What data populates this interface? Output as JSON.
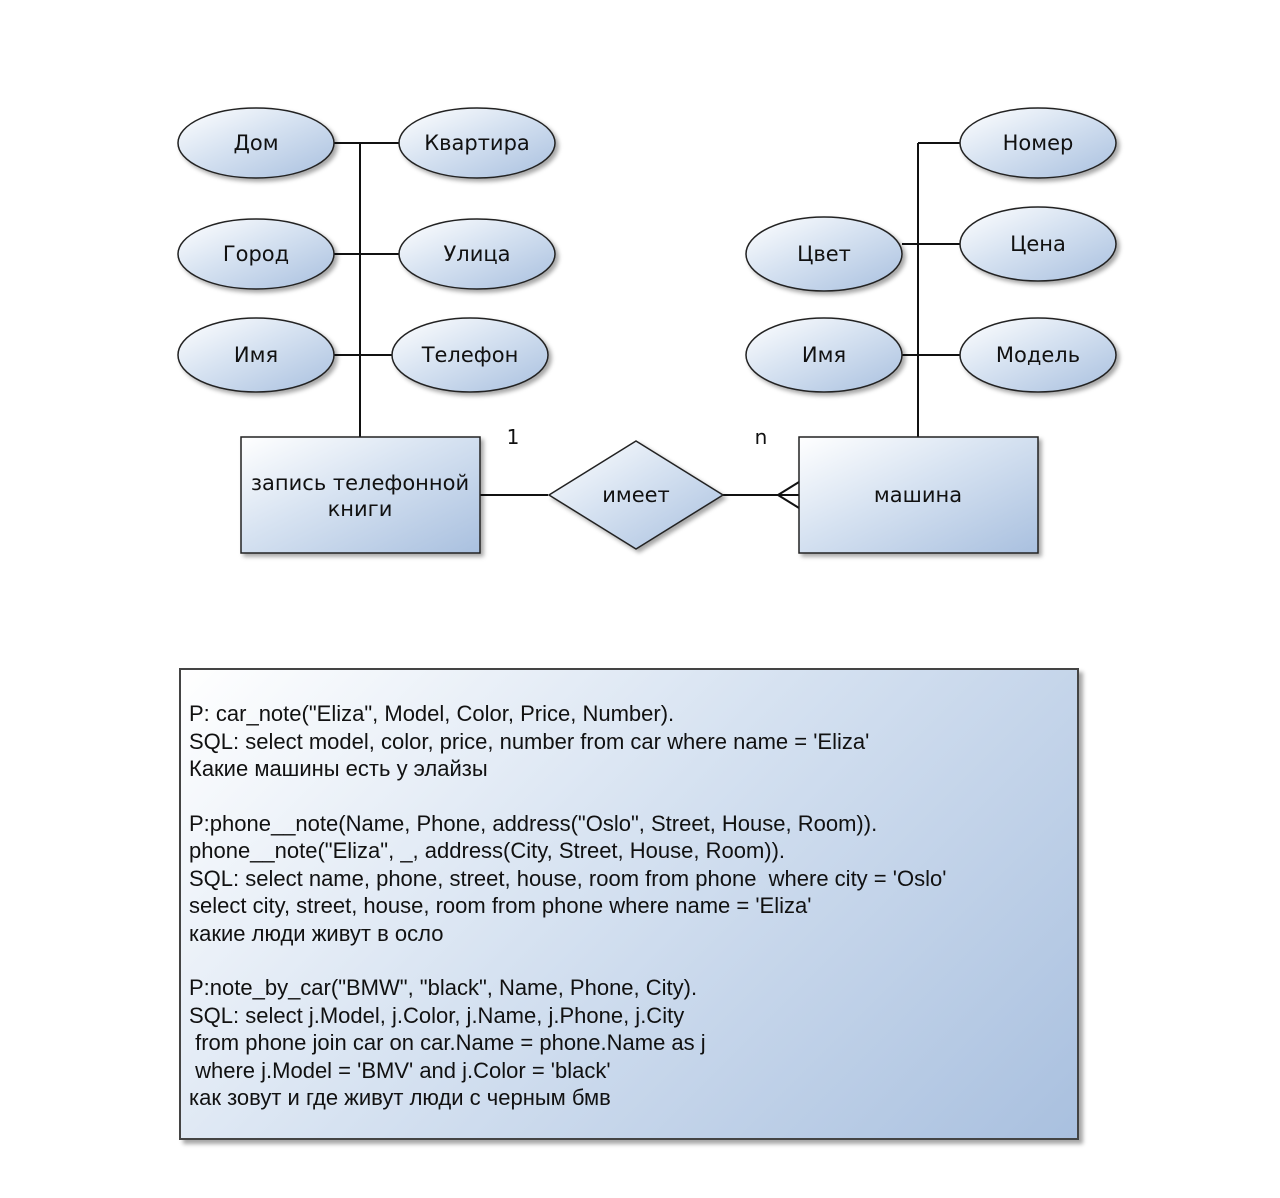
{
  "diagram": {
    "left_entity": {
      "label_line1": "запись телефонной",
      "label_line2": "книги",
      "attributes": [
        "Дом",
        "Квартира",
        "Город",
        "Улица",
        "Имя",
        "Телефон"
      ]
    },
    "right_entity": {
      "label": "машина",
      "attributes": [
        "Номер",
        "Цвет",
        "Цена",
        "Имя",
        "Модель"
      ]
    },
    "relationship": {
      "label": "имеет",
      "left_cardinality": "1",
      "right_cardinality": "n"
    },
    "colors": {
      "fill_light": "#ffffff",
      "fill_dark": "#a9c0df",
      "stroke": "#222222"
    }
  },
  "notes": [
    {
      "lines": [
        "P: car_note(\"Eliza\", Model, Color, Price, Number).",
        "SQL: select model, color, price, number from car where name = 'Eliza'",
        "Какие машины есть у элайзы"
      ]
    },
    {
      "lines": [
        "P:phone__note(Name, Phone, address(\"Oslo\", Street, House, Room)).",
        "phone__note(\"Eliza\", _, address(City, Street, House, Room)).",
        "SQL: select name, phone, street, house, room from phone  where city = 'Oslo'",
        "select city, street, house, room from phone where name = 'Eliza'",
        "какие люди живут в осло"
      ]
    },
    {
      "lines": [
        "P:note_by_car(\"BMW\", \"black\", Name, Phone, City).",
        "SQL: select j.Model, j.Color, j.Name, j.Phone, j.City",
        " from phone join car on car.Name = phone.Name as j",
        " where j.Model = 'BMV' and j.Color = 'black'",
        "как зовут и где живут люди с черным бмв"
      ]
    }
  ]
}
